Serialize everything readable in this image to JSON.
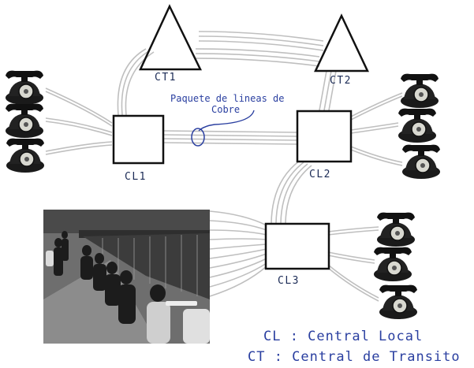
{
  "nodes": {
    "cl1": "CL1",
    "cl2": "CL2",
    "cl3": "CL3",
    "ct1": "CT1",
    "ct2": "CT2"
  },
  "annotation": {
    "line1": "Paquete de lineas de",
    "line2": "Cobre"
  },
  "legend": {
    "cl": "CL : Central Local",
    "ct": "CT : Central de Transito"
  },
  "colors": {
    "line": "#bfbfbf",
    "box": "#111111",
    "annotation": "#2a3fa0",
    "label": "#1a2a55"
  },
  "icons": [
    "rotary-phone-icon",
    "switchboard-operators-photo"
  ]
}
